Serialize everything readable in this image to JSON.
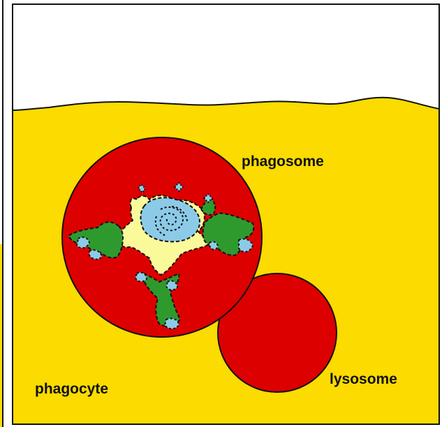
{
  "labels": {
    "phagosome": "phagosome",
    "lysosome": "lysosome",
    "phagocyte": "phagocyte"
  },
  "colors": {
    "cytoplasm": "#fbdb00",
    "exterior": "#ffffff",
    "vesicle": "#dd0000",
    "bacterium_body": "#fafa9a",
    "bacterium_core": "#8ccbe8",
    "pseudopod": "#2e9a2e",
    "outline": "#111111",
    "left_panel_strip": "#fbdb00"
  }
}
